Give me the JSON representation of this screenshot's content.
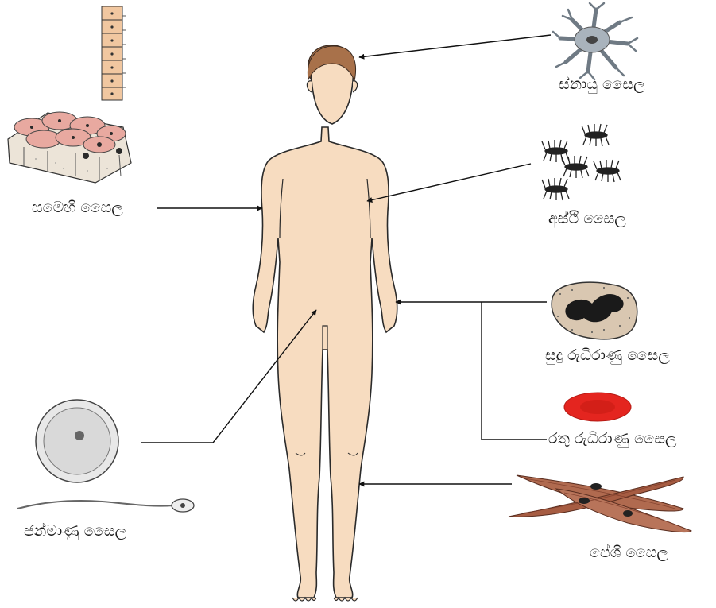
{
  "diagram": {
    "labels": {
      "nerve_cell": "ස්නායු සෛල",
      "bone_cell": "අස්ථි සෛල",
      "epithelial_cell": "සමෙහි සෛල",
      "white_blood_cell": "සුදු රුධිරාණු සෛල",
      "red_blood_cell": "රතු රුධිරාණු සෛල",
      "germ_cell": "ජන්මාණු සෛල",
      "muscle_cell": "පේශි සෛල"
    },
    "colors": {
      "skin": "#f7dcc0",
      "hair": "#a8714a",
      "outline": "#2a2a2a",
      "arrow": "#111111",
      "nerve": "#a9b3bc",
      "epithelial_top": "#e8a9a0",
      "epithelial_side": "#ece4d8",
      "wbc": "#d9c7b1",
      "rbc": "#e4251f",
      "muscle": "#b06a4f",
      "egg": "#d9d9d9"
    }
  }
}
